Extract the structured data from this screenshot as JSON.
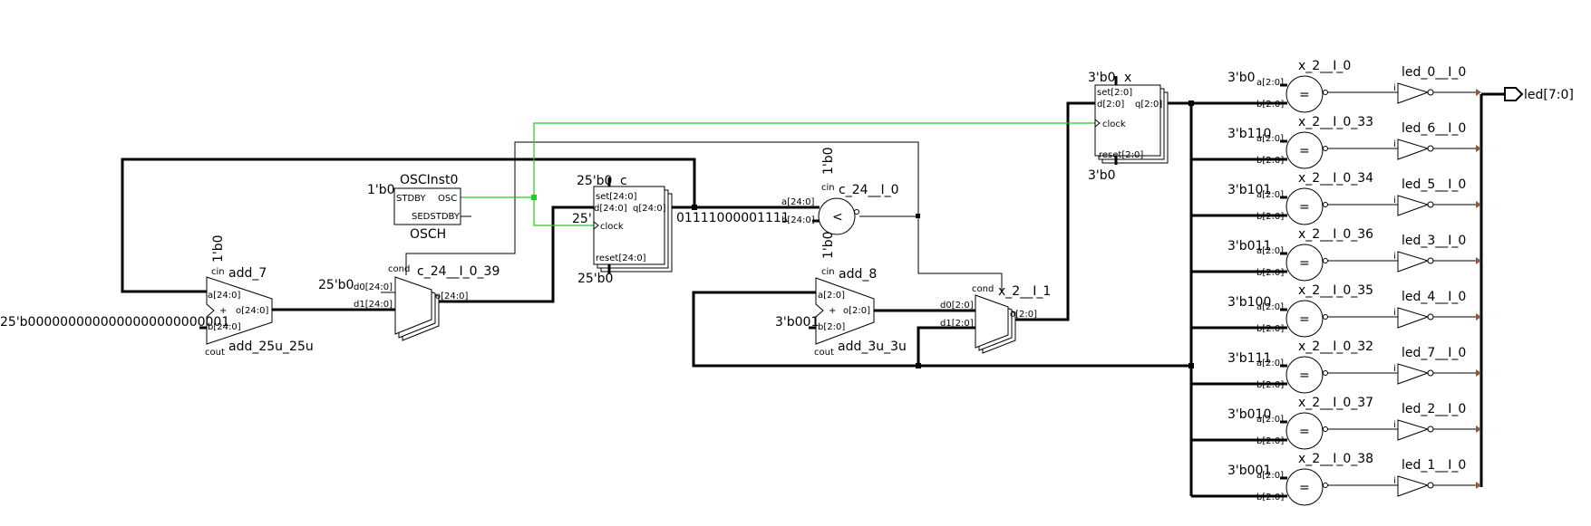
{
  "osc": {
    "name": "OSCInst0",
    "type": "OSCH",
    "stdby_const": "1'b0",
    "pins": [
      "STDBY",
      "OSC",
      "SEDSTDBY"
    ]
  },
  "add7": {
    "name": "add_7",
    "type": "add_25u_25u",
    "cin_const": "1'b0",
    "b_const": "25'b0000000000000000000000001",
    "pins": [
      "cin",
      "a[24:0]",
      "+",
      "o[24:0]",
      "b[24:0]",
      "cout"
    ]
  },
  "mux39": {
    "name": "c_24__I_0_39",
    "d0_const": "25'b0",
    "pins": [
      "cond",
      "d0[24:0]",
      "d1[24:0]",
      "o[24:0]"
    ]
  },
  "regc": {
    "name": "c",
    "set_const": "25'b0",
    "reset_const": "25'b0",
    "clk_const": "25'",
    "pins": [
      "set[24:0]",
      "d[24:0]",
      "q[24:0]",
      "clock",
      "reset[24:0]"
    ]
  },
  "cmp": {
    "name": "c_24__I_0",
    "b_const": "01111000001111",
    "cin_const": "1'b0",
    "cout_const": "1'b0",
    "op": "<",
    "pins": [
      "cin",
      "a[24:0]",
      "b[24:0]"
    ]
  },
  "add8": {
    "name": "add_8",
    "type": "add_3u_3u",
    "b_const": "3'b001",
    "pins": [
      "cin",
      "a[2:0]",
      "+",
      "o[2:0]",
      "b[2:0]",
      "cout"
    ]
  },
  "mux1": {
    "name": "x_2__I_1",
    "pins": [
      "cond",
      "d0[2:0]",
      "d1[2:0]",
      "o[2:0]"
    ]
  },
  "regx": {
    "name": "x",
    "set_const": "3'b0",
    "reset_const": "3'b0",
    "pins": [
      "set[2:0]",
      "d[2:0]",
      "q[2:0]",
      "clock",
      "reset[2:0]"
    ]
  },
  "comparators": [
    {
      "const": "3'b0",
      "name": "x_2__I_0",
      "led": "led_0__I_0"
    },
    {
      "const": "3'b110",
      "name": "x_2__I_0_33",
      "led": "led_6__I_0"
    },
    {
      "const": "3'b101",
      "name": "x_2__I_0_34",
      "led": "led_5__I_0"
    },
    {
      "const": "3'b011",
      "name": "x_2__I_0_36",
      "led": "led_3__I_0"
    },
    {
      "const": "3'b100",
      "name": "x_2__I_0_35",
      "led": "led_4__I_0"
    },
    {
      "const": "3'b111",
      "name": "x_2__I_0_32",
      "led": "led_7__I_0"
    },
    {
      "const": "3'b010",
      "name": "x_2__I_0_37",
      "led": "led_2__I_0"
    },
    {
      "const": "3'b001",
      "name": "x_2__I_0_38",
      "led": "led_1__I_0"
    }
  ],
  "eq_pins": {
    "a": "a[2:0]",
    "b": "b[2:0]",
    "eq": "=",
    "inv_in": "i"
  },
  "output": {
    "label": "led[7:0]"
  }
}
